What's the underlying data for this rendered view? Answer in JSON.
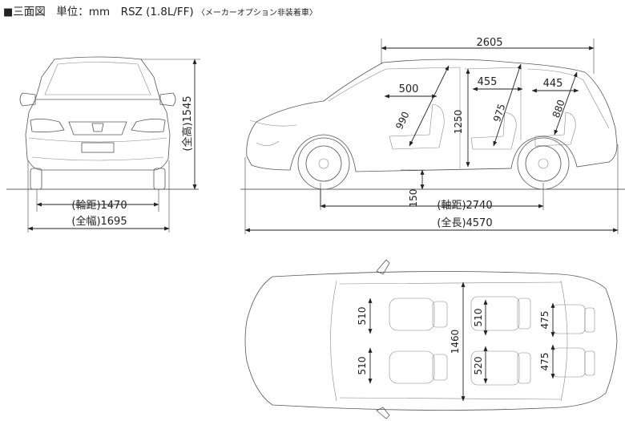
{
  "title": {
    "square": "■",
    "main": "三面図　単位：mm　RSZ (1.8L/FF)",
    "note": "〈メーカーオプション非装着車〉"
  },
  "dims": {
    "front_tread": "(輪距)1470",
    "front_width": "(全幅)1695",
    "front_height": "(全高)1545",
    "side_cabin_length": "2605",
    "side_front_row": "500",
    "side_second_row": "455",
    "side_third_row": "445",
    "side_front_headroom": "990",
    "side_interior_height": "1250",
    "side_second_headroom": "975",
    "side_third_headroom": "880",
    "side_ground_clearance": "150",
    "side_wheelbase": "(軸距)2740",
    "side_length": "(全長)4570",
    "top_front_seat_l": "510",
    "top_front_seat_r": "510",
    "top_interior_width": "1460",
    "top_second_seat_l": "510",
    "top_second_seat_r": "520",
    "top_third_seat_l": "475",
    "top_third_seat_r": "475"
  }
}
